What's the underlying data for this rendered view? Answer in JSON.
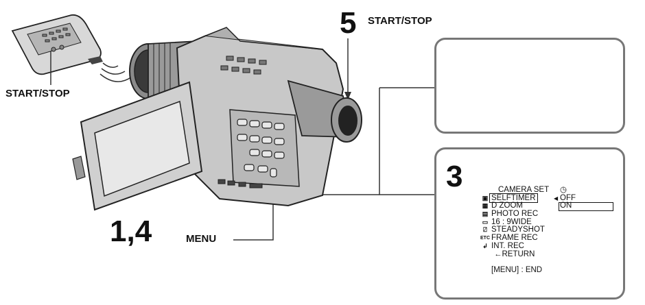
{
  "labels": {
    "step5_number": "5",
    "step5_text": "START/STOP",
    "remote_text": "START/STOP",
    "step14_number": "1,4",
    "step14_text": "MENU",
    "step3_number": "3"
  },
  "menu_screen": {
    "header": "CAMERA SET",
    "header_icon": "self-timer-icon",
    "rows": [
      {
        "icon": "camera-icon",
        "label": "SELFTIMER",
        "option": "OFF"
      },
      {
        "icon": "memory-camera-icon",
        "label": "D ZOOM",
        "option": "ON"
      },
      {
        "icon": "photo-icon",
        "label": "PHOTO REC",
        "option": ""
      },
      {
        "icon": "widescreen-icon",
        "label": "16 : 9WIDE",
        "option": ""
      },
      {
        "icon": "steadyshot-icon",
        "label": "STEADYSHOT",
        "option": ""
      },
      {
        "icon": "etc-icon",
        "label": "FRAME REC",
        "option": ""
      },
      {
        "icon": "return-icon",
        "label": "INT. REC",
        "option": ""
      },
      {
        "icon": "",
        "label": "←RETURN",
        "option": ""
      }
    ],
    "footer": "[MENU] : END"
  },
  "colors": {
    "line": "#333333",
    "panel_border": "#777777",
    "body": "#c8c8c8",
    "dark": "#2a2a2a"
  }
}
